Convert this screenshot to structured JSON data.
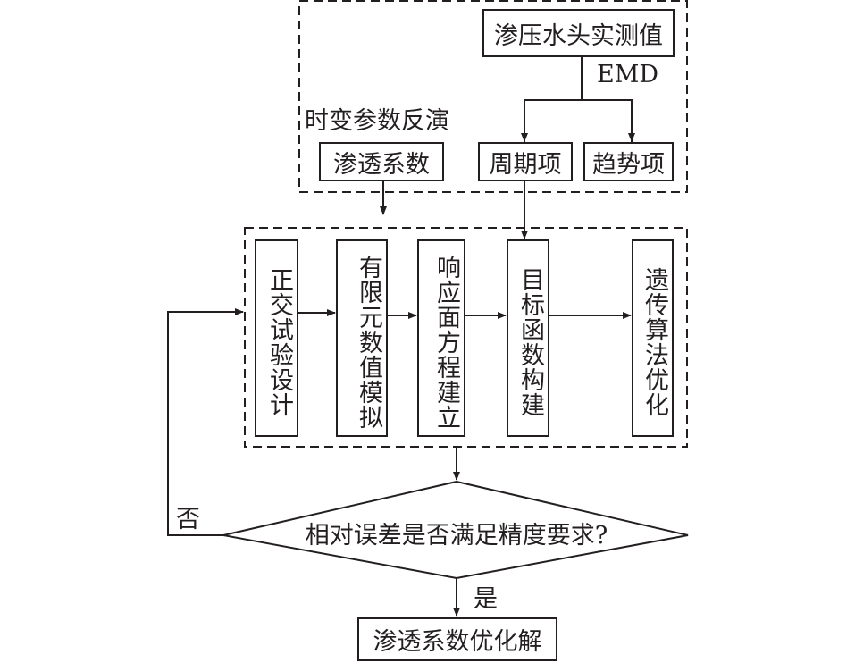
{
  "top_group": {
    "measured": "渗压水头实测值",
    "emd": "EMD",
    "periodic": "周期项",
    "trend": "趋势项",
    "inversion_title": "时变参数反演",
    "permeability": "渗透系数"
  },
  "process_group": {
    "steps": [
      "正交试验设计",
      "有限元数值模拟",
      "响应面方程建立",
      "目标函数构建",
      "遗传算法优化"
    ]
  },
  "decision": {
    "question": "相对误差是否满足精度要求?",
    "no": "否",
    "yes": "是"
  },
  "result": "渗透系数优化解"
}
